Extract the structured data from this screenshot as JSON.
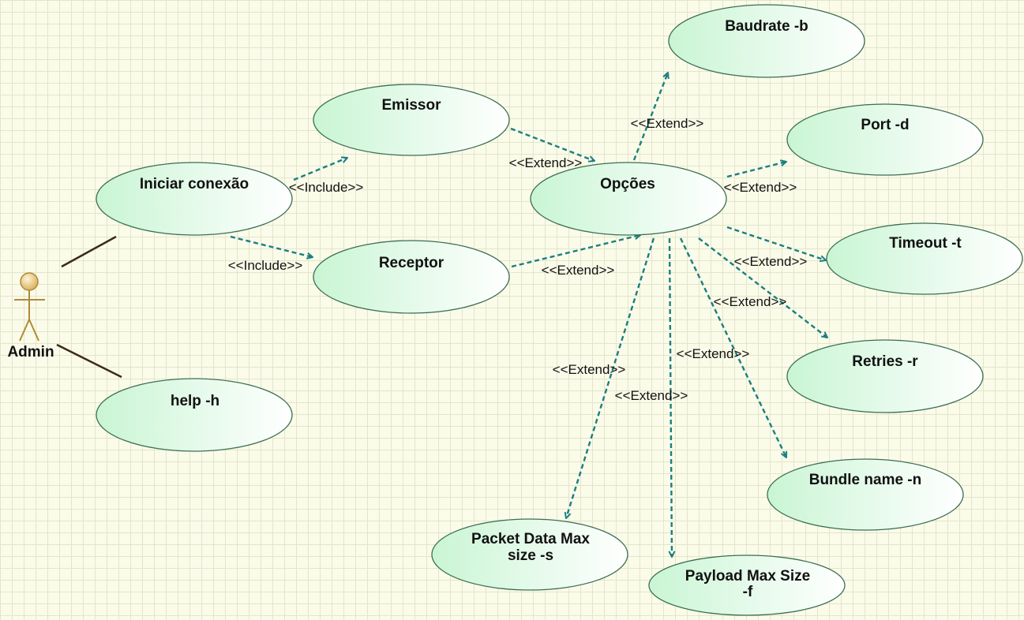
{
  "actor": {
    "name": "Admin"
  },
  "use_cases": {
    "iniciar": [
      "Iniciar conexão"
    ],
    "help": [
      "help -h"
    ],
    "emissor": [
      "Emissor"
    ],
    "receptor": [
      "Receptor"
    ],
    "opcoes": [
      "Opções"
    ],
    "baudrate": [
      "Baudrate -b"
    ],
    "port": [
      "Port -d"
    ],
    "timeout": [
      "Timeout -t"
    ],
    "retries": [
      "Retries -r"
    ],
    "bundle": [
      "Bundle name -n"
    ],
    "packet": [
      "Packet Data Max",
      "size -s"
    ],
    "payload": [
      "Payload Max Size",
      "-f"
    ]
  },
  "relations": {
    "include_emissor": "<<Include>>",
    "include_receptor": "<<Include>>",
    "ext_emissor": "<<Extend>>",
    "ext_receptor": "<<Extend>>",
    "ext_baudrate": "<<Extend>>",
    "ext_port": "<<Extend>>",
    "ext_timeout": "<<Extend>>",
    "ext_retries": "<<Extend>>",
    "ext_bundle": "<<Extend>>",
    "ext_payload": "<<Extend>>",
    "ext_packet": "<<Extend>>"
  },
  "colors": {
    "relation": "#1a7f80",
    "use_case_fill_start": "#c9f5d4",
    "use_case_fill_end": "#ffffff",
    "use_case_stroke": "#3c6e52",
    "actor_fill": "#e8c780",
    "actor_stroke": "#b08a3a",
    "grid_background": "#fbfbea"
  }
}
